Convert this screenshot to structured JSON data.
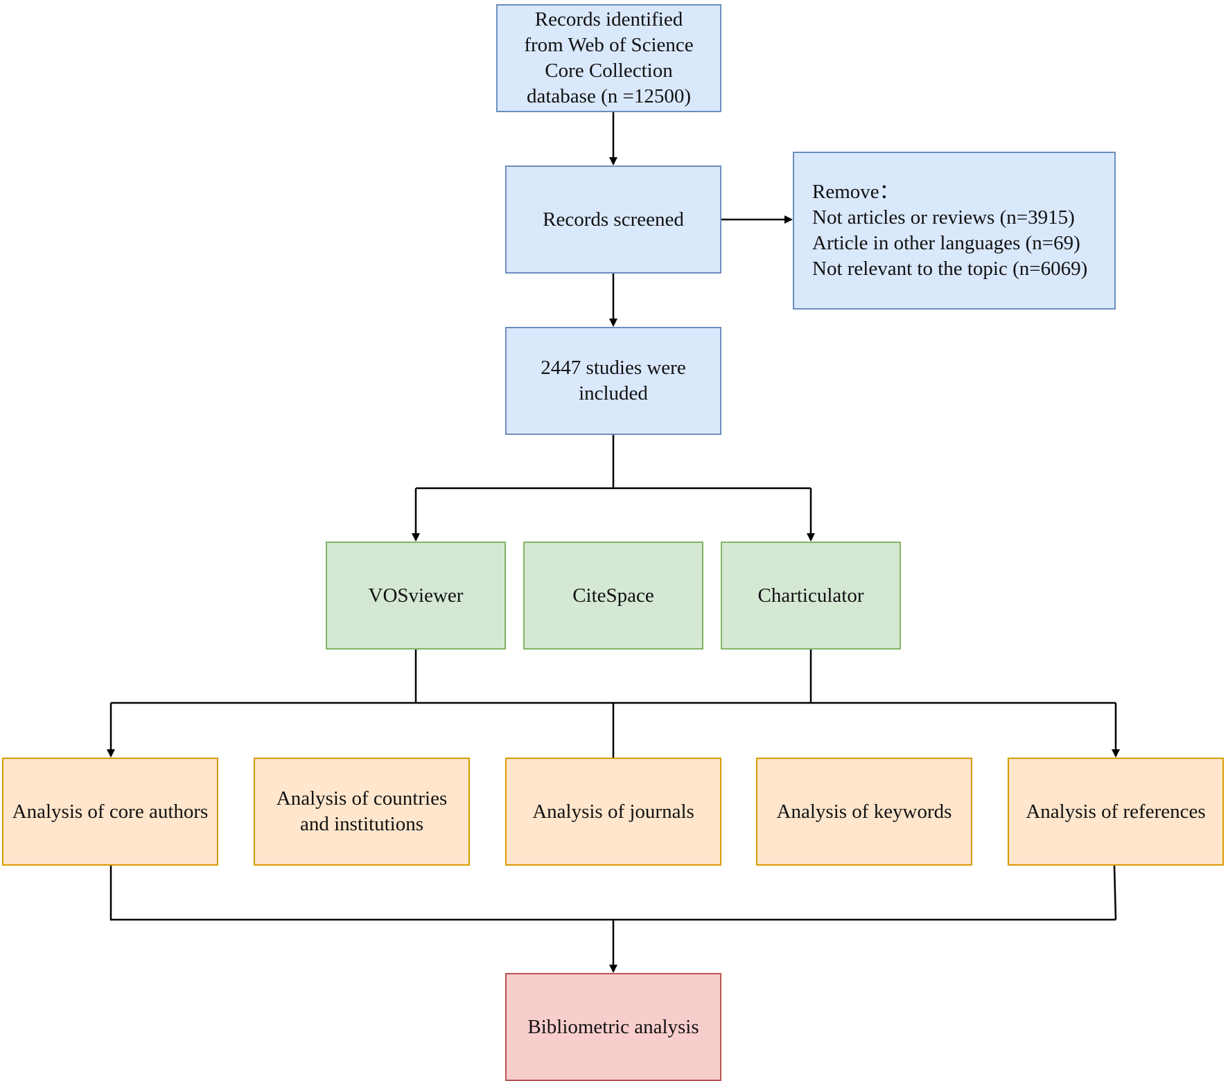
{
  "flowchart": {
    "source": {
      "lines": [
        "Records identified",
        "from Web of Science",
        "Core Collection",
        "database (n =12500)"
      ]
    },
    "screened": {
      "lines": [
        "Records screened"
      ]
    },
    "removed": {
      "lines": [
        "Remove：",
        "Not articles or reviews (n=3915)",
        "Article in other languages (n=69)",
        "Not relevant to the topic (n=6069)"
      ]
    },
    "included": {
      "lines": [
        "2447 studies were",
        "included"
      ]
    },
    "tools": [
      {
        "label": "VOSviewer"
      },
      {
        "label": "CiteSpace"
      },
      {
        "label": "Charticulator"
      }
    ],
    "analyses": [
      {
        "lines": [
          "Analysis of core authors"
        ]
      },
      {
        "lines": [
          "Analysis of countries",
          "and institutions"
        ]
      },
      {
        "lines": [
          "Analysis of journals"
        ]
      },
      {
        "lines": [
          "Analysis of keywords"
        ]
      },
      {
        "lines": [
          "Analysis of references"
        ]
      }
    ],
    "result": {
      "lines": [
        "Bibliometric analysis"
      ]
    }
  },
  "colors": {
    "blue_fill": "#dae8fc",
    "blue_border": "#6c8ebf",
    "green_fill": "#d5e8d4",
    "green_border": "#82b366",
    "orange_fill": "#ffe6cc",
    "orange_border": "#d79b00",
    "red_fill": "#f8cecc",
    "red_border": "#b85450",
    "connector": "#000000"
  }
}
